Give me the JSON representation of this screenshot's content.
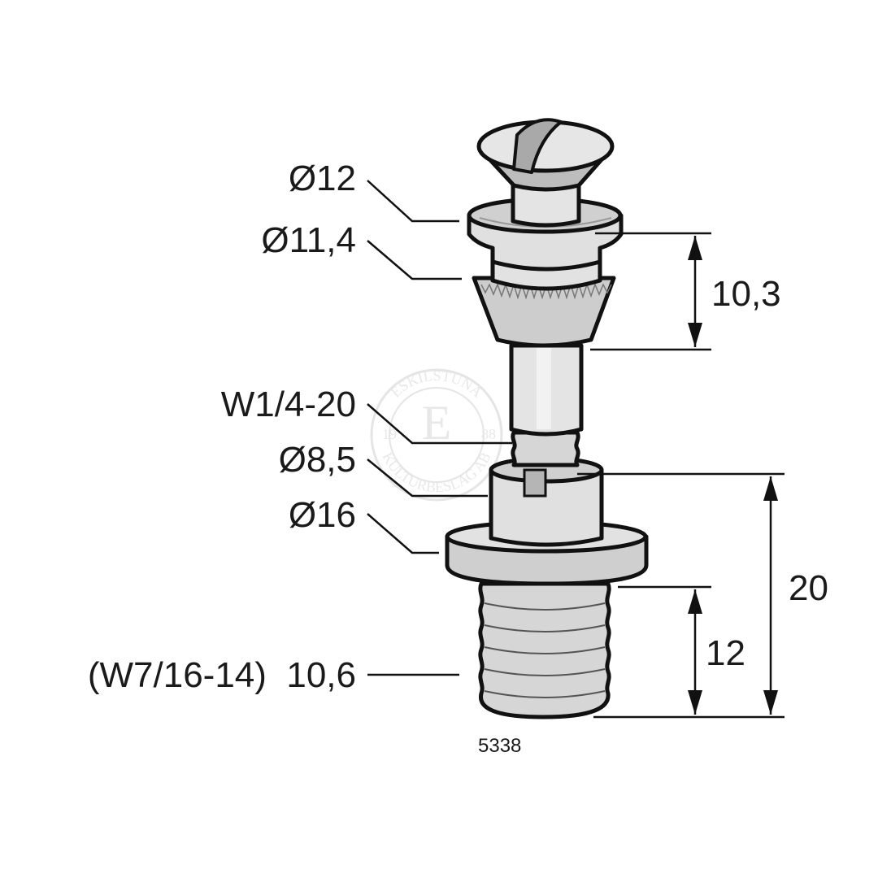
{
  "labels": {
    "d12": "Ø12",
    "d11_4": "Ø11,4",
    "thread_small": "W1/4-20",
    "d8_5": "Ø8,5",
    "d16": "Ø16",
    "thread_large": "(W7/16-14)  10,6"
  },
  "dimensions": {
    "upper_height": "10,3",
    "total_lower_height": "20",
    "thread_length": "12"
  },
  "part_number": "5338",
  "watermark": {
    "top": "ESKILSTUNA",
    "bottom": "KULTURBESLAG AB",
    "year_left": "19",
    "year_right": "88",
    "letter": "E",
    "mark": "®"
  },
  "colors": {
    "light": "#e6e6e6",
    "mid": "#cfcfcf",
    "dark": "#a9a9a9",
    "outline": "#111111"
  }
}
